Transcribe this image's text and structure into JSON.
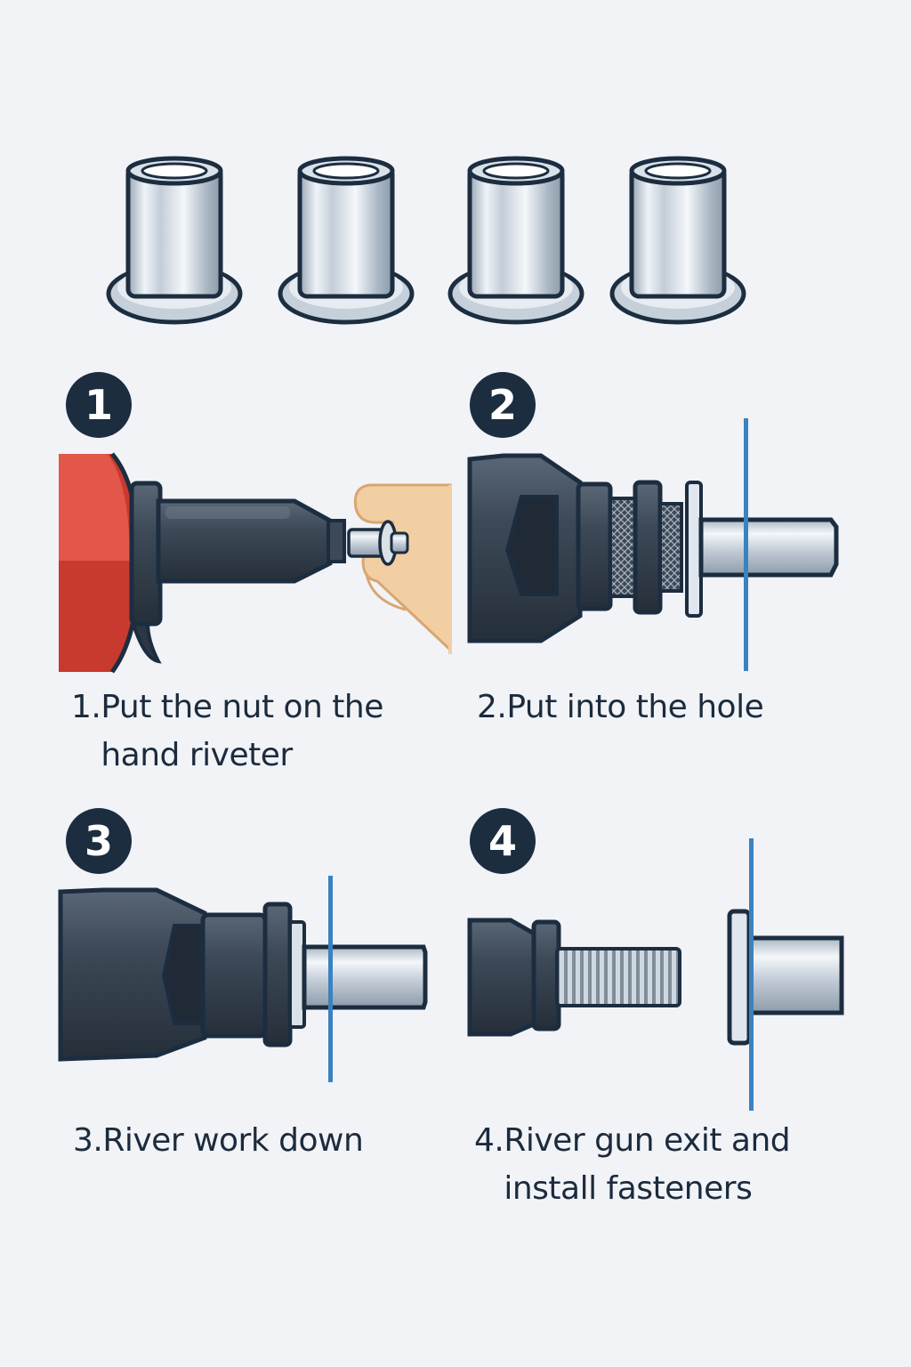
{
  "steps": [
    {
      "number": "1",
      "label": "1.",
      "text": "Put the nut on the\nhand riveter"
    },
    {
      "number": "2",
      "label": "2.",
      "text": "Put into the hole"
    },
    {
      "number": "3",
      "label": "3.",
      "text": "River work down"
    },
    {
      "number": "4",
      "label": "4.",
      "text": "River gun exit and\ninstall fasteners"
    }
  ],
  "colors": {
    "background": "#f1f3f7",
    "outline": "#1c2d40",
    "badge": "#1c2d40",
    "tool_dark": "#2f3b48",
    "tool_mid": "#46525f",
    "handle_red": "#d9473a",
    "hand_skin": "#f2cfa3",
    "metal_light": "#dfe6ee",
    "metal_mid": "#b8c4d0",
    "panel_line": "#3b82c0"
  },
  "icons": [
    "rivet-nut-icon",
    "riveter-tool-icon",
    "hand-icon",
    "panel-line-icon",
    "threaded-mandrel-icon"
  ]
}
